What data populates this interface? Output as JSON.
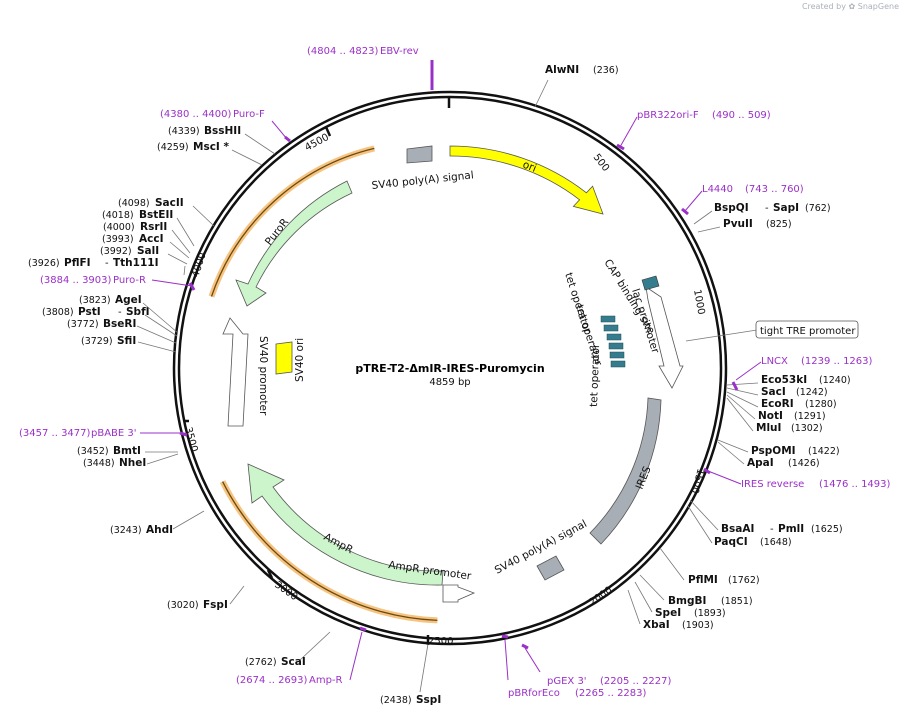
{
  "credit": {
    "prefix": "Created by",
    "brand": "SnapGene"
  },
  "plasmid": {
    "name": "pTRE-T2-ΔmIR-IRES-Puromycin",
    "length": "4859 bp"
  },
  "colors": {
    "ori": "#ffff00",
    "resist": "#ccf5cc",
    "promoter": "#ffffff",
    "gray": "#a8aeb5",
    "operator": "#367c8f",
    "primer": "#9b30c8",
    "primerBand": "#f5b86a"
  },
  "ticks": [
    "500",
    "1000",
    "1500",
    "2000",
    "2500",
    "3000",
    "3500",
    "4000",
    "4500"
  ],
  "features": {
    "ori": "ori",
    "sv40pa_top": "SV40 poly(A) signal",
    "puroR": "PuroR",
    "sv40ori": "SV40 ori",
    "sv40promoter": "SV40 promoter",
    "ampR": "AmpR",
    "ampRpromoter": "AmpR promoter",
    "sv40pa_bottom": "SV40 poly(A) signal",
    "ires": "IRES",
    "lacpromoter": "lac promoter",
    "cap": "CAP binding site",
    "tetop1": "tet operator",
    "tetop2": "tet operator",
    "tetop3": "tet operator",
    "tightTRE": "tight TRE promoter"
  },
  "sites": [
    {
      "name": "AlwNI",
      "pos": "(236)"
    },
    {
      "name": "BspQI",
      "sep": "-",
      "name2": "SapI",
      "pos": "(762)"
    },
    {
      "name": "PvuII",
      "pos": "(825)"
    },
    {
      "name": "Eco53kI",
      "pos": "(1240)"
    },
    {
      "name": "SacI",
      "pos": "(1242)"
    },
    {
      "name": "EcoRI",
      "pos": "(1280)"
    },
    {
      "name": "NotI",
      "pos": "(1291)"
    },
    {
      "name": "MluI",
      "pos": "(1302)"
    },
    {
      "name": "PspOMI",
      "pos": "(1422)"
    },
    {
      "name": "ApaI",
      "pos": "(1426)"
    },
    {
      "name": "BsaAI",
      "sep": "-",
      "name2": "PmlI",
      "pos": "(1625)"
    },
    {
      "name": "PaqCI",
      "pos": "(1648)"
    },
    {
      "name": "PflMI",
      "pos": "(1762)"
    },
    {
      "name": "BmgBI",
      "pos": "(1851)"
    },
    {
      "name": "SpeI",
      "pos": "(1893)"
    },
    {
      "name": "XbaI",
      "pos": "(1903)"
    },
    {
      "name": "SspI",
      "pos": "(2438)"
    },
    {
      "name": "ScaI",
      "pos": "(2762)"
    },
    {
      "name": "FspI",
      "pos": "(3020)"
    },
    {
      "name": "AhdI",
      "pos": "(3243)"
    },
    {
      "name": "BmtI",
      "pos": "(3452)"
    },
    {
      "name": "NheI",
      "pos": "(3448)"
    },
    {
      "name": "SfiI",
      "pos": "(3729)"
    },
    {
      "name": "BseRI",
      "pos": "(3772)"
    },
    {
      "name": "PstI",
      "sep": "-",
      "name2": "SbfI",
      "pos": "(3808)"
    },
    {
      "name": "AgeI",
      "pos": "(3823)"
    },
    {
      "name": "PflFI",
      "sep": "-",
      "name2": "Tth111I",
      "pos": "(3926)"
    },
    {
      "name": "SalI",
      "pos": "(3992)"
    },
    {
      "name": "AccI",
      "pos": "(3993)"
    },
    {
      "name": "RsrII",
      "pos": "(4000)"
    },
    {
      "name": "BstEII",
      "pos": "(4018)"
    },
    {
      "name": "SacII",
      "pos": "(4098)"
    },
    {
      "name": "MscI *",
      "pos": "(4259)"
    },
    {
      "name": "BssHII",
      "pos": "(4339)"
    }
  ],
  "primers": [
    {
      "name": "EBV-rev",
      "range": "(4804 .. 4823)"
    },
    {
      "name": "Puro-F",
      "range": "(4380 .. 4400)"
    },
    {
      "name": "pBR322ori-F",
      "range": "(490 .. 509)"
    },
    {
      "name": "L4440",
      "range": "(743 .. 760)"
    },
    {
      "name": "LNCX",
      "range": "(1239 .. 1263)"
    },
    {
      "name": "IRES reverse",
      "range": "(1476 .. 1493)"
    },
    {
      "name": "Puro-R",
      "range": "(3884 .. 3903)"
    },
    {
      "name": "pBABE 3'",
      "range": "(3457 .. 3477)"
    },
    {
      "name": "Amp-R",
      "range": "(2674 .. 2693)"
    },
    {
      "name": "pGEX 3'",
      "range": "(2205 .. 2227)"
    },
    {
      "name": "pBRforEco",
      "range": "(2265 .. 2283)"
    }
  ]
}
